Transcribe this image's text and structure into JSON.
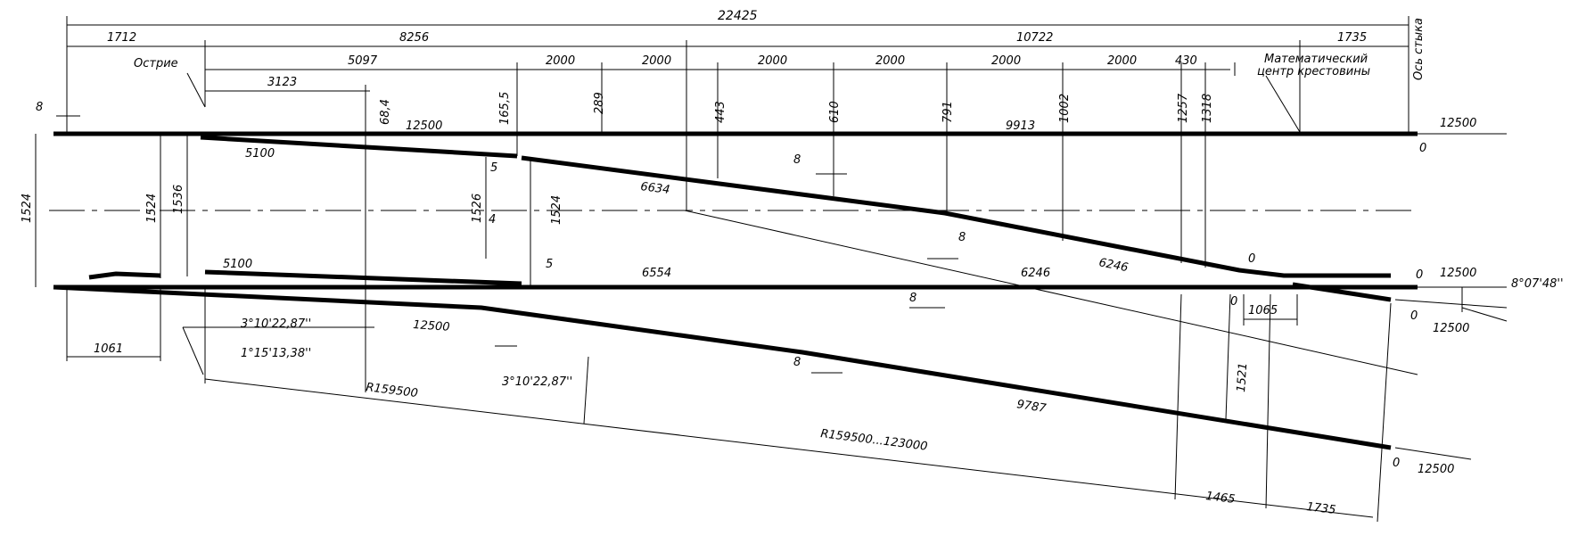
{
  "labels": {
    "ostrie": "Острие",
    "math_center": "Математический\nцентр крестовины",
    "joint_axis": "Ось стыка",
    "angle_cross": "8°07'48''",
    "angle_planing": "3°10'22,87''",
    "angle_planing_2": "3°10'22,87''",
    "angle_point": "1°15'13,38''",
    "radius_1": "R159500",
    "radius_2": "R159500...123000"
  },
  "dims": {
    "total": "22425",
    "d1712": "1712",
    "d8256": "8256",
    "d10722": "10722",
    "d1735": "1735",
    "d5097": "5097",
    "d2000a": "2000",
    "d2000b": "2000",
    "d2000c": "2000",
    "d2000d": "2000",
    "d2000e": "2000",
    "d2000f": "2000",
    "d430": "430",
    "d3123": "3123",
    "d8": "8",
    "d68": "68,4",
    "d165": "165,5",
    "d289": "289",
    "d443": "443",
    "d610": "610",
    "d791": "791",
    "d1002": "1002",
    "d1257": "1257",
    "d1318": "1318",
    "gauge_1524": "1524",
    "gauge_1524b": "1524",
    "gauge_1536": "1536",
    "gauge_1526": "1526",
    "gauge_1524c": "1524",
    "gauge_1521": "1521",
    "r12500_top": "12500",
    "r9913": "9913",
    "r5100_top": "5100",
    "r6634": "6634",
    "r6246_upper": "6246",
    "r5100_bot": "5100",
    "r6554": "6554",
    "r6246_mid": "6246",
    "r12500_bot": "12500",
    "r9787": "9787",
    "d1061": "1061",
    "d1065": "1065",
    "d1465": "1465",
    "d1735_bottom": "1735",
    "d5a": "5",
    "d4": "4",
    "d5b": "5",
    "gap8_a": "8",
    "gap8_b": "8",
    "gap8_c": "8",
    "gap8_d": "8",
    "end12500_a": "12500",
    "end12500_b": "12500",
    "end12500_c": "12500",
    "end12500_d": "12500",
    "zero_a": "0",
    "zero_b": "0",
    "zero_c": "0",
    "zero_d": "0",
    "zero_e": "0",
    "zero_f": "0"
  }
}
